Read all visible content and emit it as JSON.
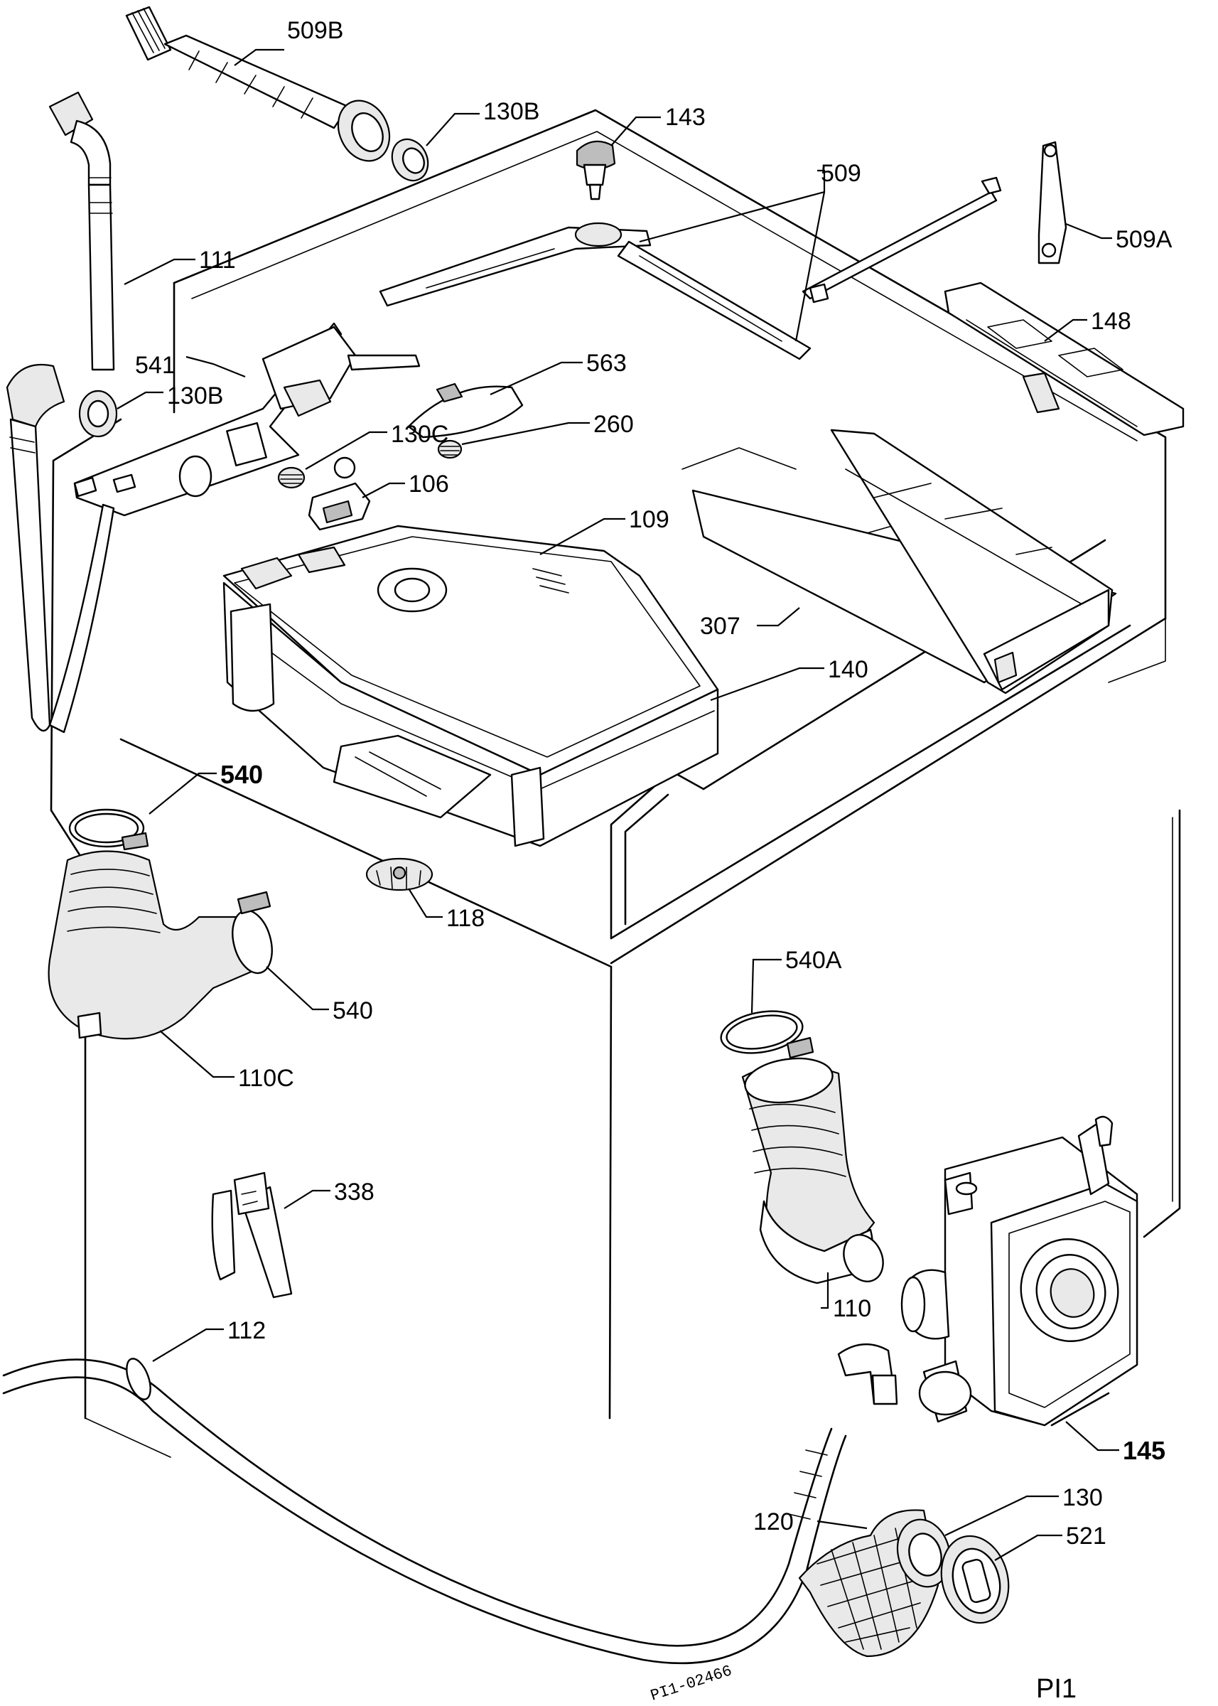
{
  "labels": {
    "l509b": "509B",
    "l130b_top": "130B",
    "l143": "143",
    "l509": "509",
    "l509a": "509A",
    "l111": "111",
    "l541": "541",
    "l130b_mid": "130B",
    "l563": "563",
    "l260": "260",
    "l130c": "130C",
    "l106": "106",
    "l148": "148",
    "l109": "109",
    "l307": "307",
    "l140": "140",
    "l540_top": "540",
    "l540_mid": "540",
    "l118": "118",
    "l110c": "110C",
    "l540a": "540A",
    "l338": "338",
    "l110": "110",
    "l112": "112",
    "l145": "145",
    "l130": "130",
    "l120": "120",
    "l521": "521"
  },
  "drawing_code": "PI1-02466",
  "page_code": "PI1"
}
